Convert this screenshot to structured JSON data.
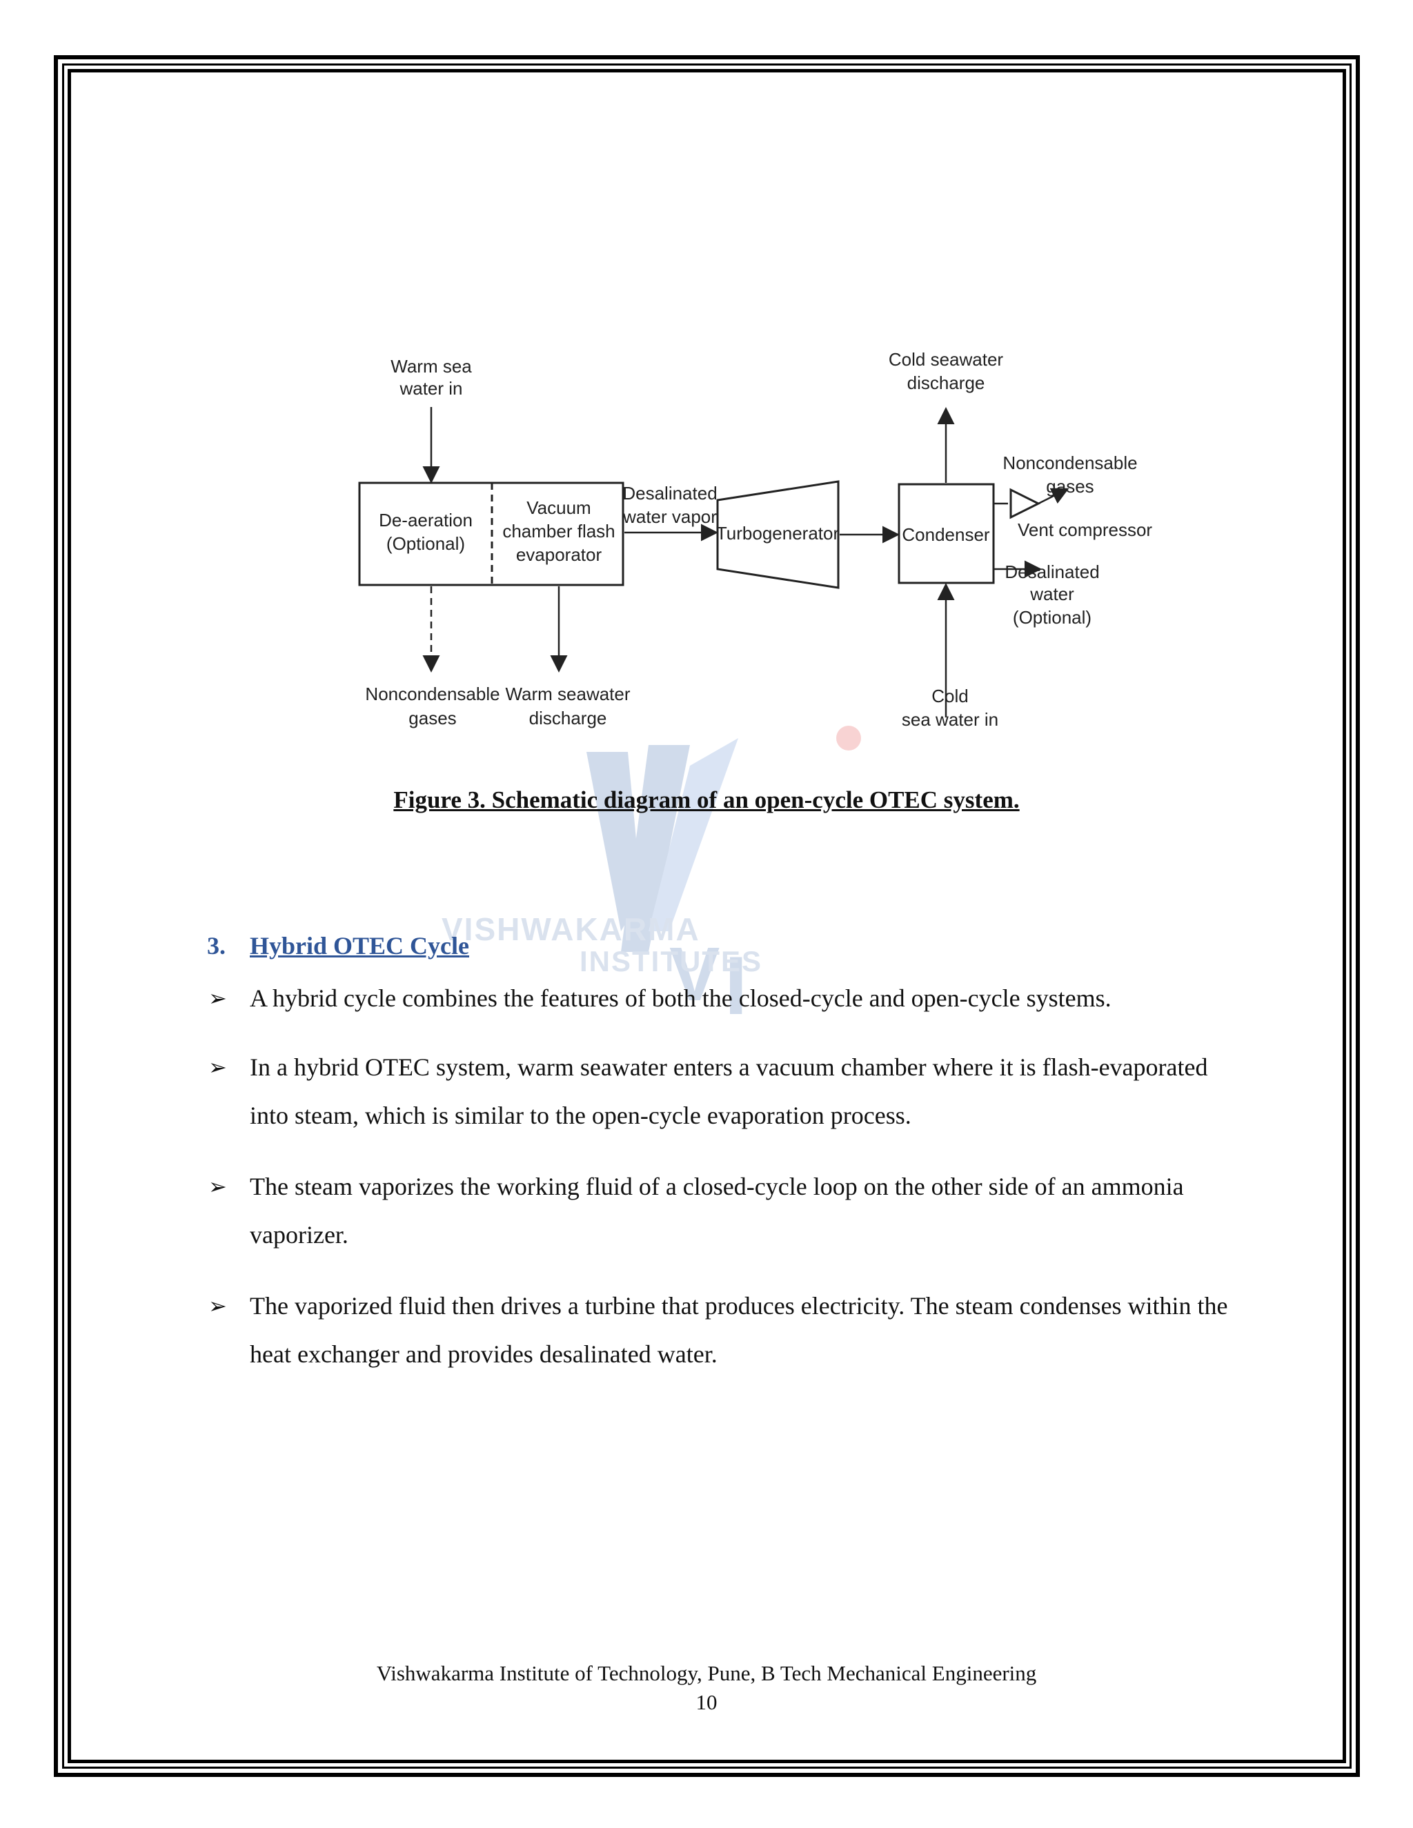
{
  "diagram": {
    "labels": {
      "warm_in": [
        "Warm sea",
        "water in"
      ],
      "deaeration": [
        "De-aeration",
        "(Optional)"
      ],
      "evaporator": [
        "Vacuum",
        "chamber flash",
        "evaporator"
      ],
      "vapor": [
        "Desalinated",
        "water vapor"
      ],
      "turbogenerator": "Turbogenerator",
      "condenser": "Condenser",
      "cold_discharge": [
        "Cold seawater",
        "discharge"
      ],
      "noncond_right": [
        "Noncondensable",
        "gases"
      ],
      "vent_compressor": "Vent compressor",
      "desal_water": [
        "Desalinated",
        "water",
        "(Optional)"
      ],
      "noncond_bottom": [
        "Noncondensable",
        "gases"
      ],
      "warm_discharge": [
        "Warm seawater",
        "discharge"
      ],
      "cold_in": [
        "Cold",
        "sea water in"
      ]
    }
  },
  "caption": "Figure 3. Schematic diagram of an open-cycle OTEC system.",
  "watermark": {
    "line1": "VISHWAKARMA",
    "line2": "INSTITUTES"
  },
  "section": {
    "number": "3.",
    "title": "Hybrid OTEC Cycle"
  },
  "bullets": [
    "A hybrid cycle combines the features of both the closed-cycle and open-cycle systems.",
    "In a hybrid OTEC system, warm seawater enters a vacuum chamber where it is flash-evaporated into steam, which is similar to the open-cycle evaporation process.",
    "The steam vaporizes the working fluid of a closed-cycle loop on the other side of an ammonia vaporizer.",
    "The vaporized fluid then drives a turbine that produces electricity. The steam condenses within the heat exchanger and provides desalinated water."
  ],
  "bullet_symbol": "➢",
  "footer": {
    "line1": "Vishwakarma Institute of Technology, Pune, B Tech Mechanical Engineering",
    "page": "10"
  }
}
